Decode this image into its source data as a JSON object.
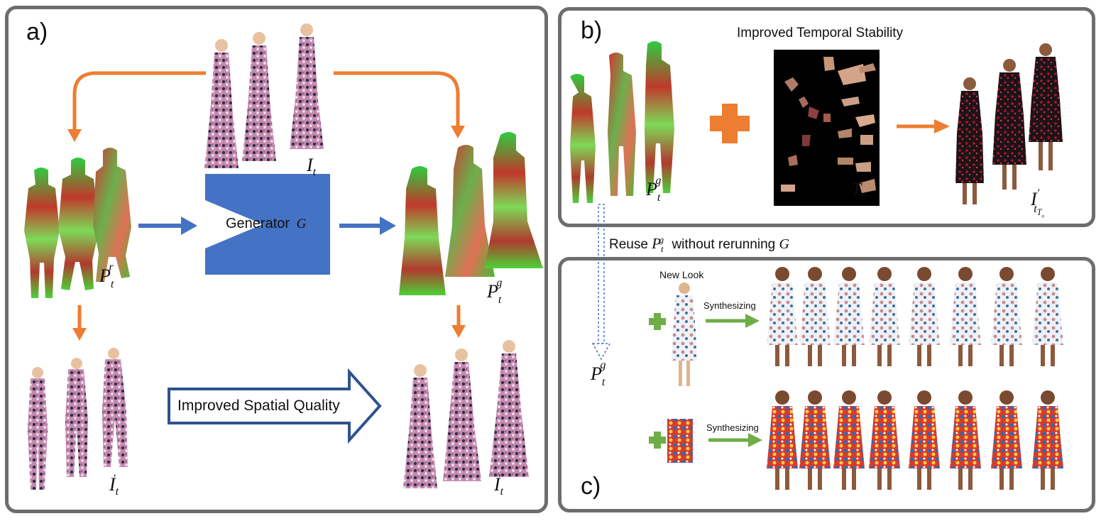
{
  "panel_a": {
    "label": "a)",
    "generator_label": "Generator",
    "generator_symbol": "G",
    "arrow_text": "Improved Spatial Quality",
    "input_image_label": "I_t",
    "rough_pose_label": "P_t^r",
    "gen_pose_label": "P_t^g",
    "output_left_label": "I'_t",
    "output_right_label": "I'_t"
  },
  "panel_b": {
    "label": "b)",
    "title": "Improved Temporal Stability",
    "pose_label": "P_t^g",
    "texture_label": "T_o",
    "output_label": "I'_{t_{T_o}}"
  },
  "panel_c": {
    "label": "c)",
    "new_look": "New Look",
    "synth_1": "Synthesizing",
    "synth_2": "Synthesizing"
  },
  "reuse": {
    "text_prefix": "Reuse",
    "text_suffix": "without rerunning",
    "symbol_g": "G",
    "pose_label": "P_t^g"
  },
  "colors": {
    "panel_border": "#6d6d6d",
    "orange_arrow": "#ed7d31",
    "blue_arrow": "#4472c4",
    "generator_fill": "#4472c4",
    "hollow_arrow_border": "#2f528f",
    "green_arrow": "#70ad47",
    "dashed_arrow": "#4472c4",
    "pose_red": "#c0392b",
    "pose_green": "#3fd63f",
    "floral_dress": "#c58aae",
    "black_dress": "#1c1416",
    "white_dress": "#eef1f6",
    "colorful_dress": "#d83a2c"
  },
  "icons": [
    "plus-icon",
    "person-figure-icon",
    "dense-pose-figure-icon",
    "texture-map-icon",
    "fabric-swatch-icon"
  ]
}
